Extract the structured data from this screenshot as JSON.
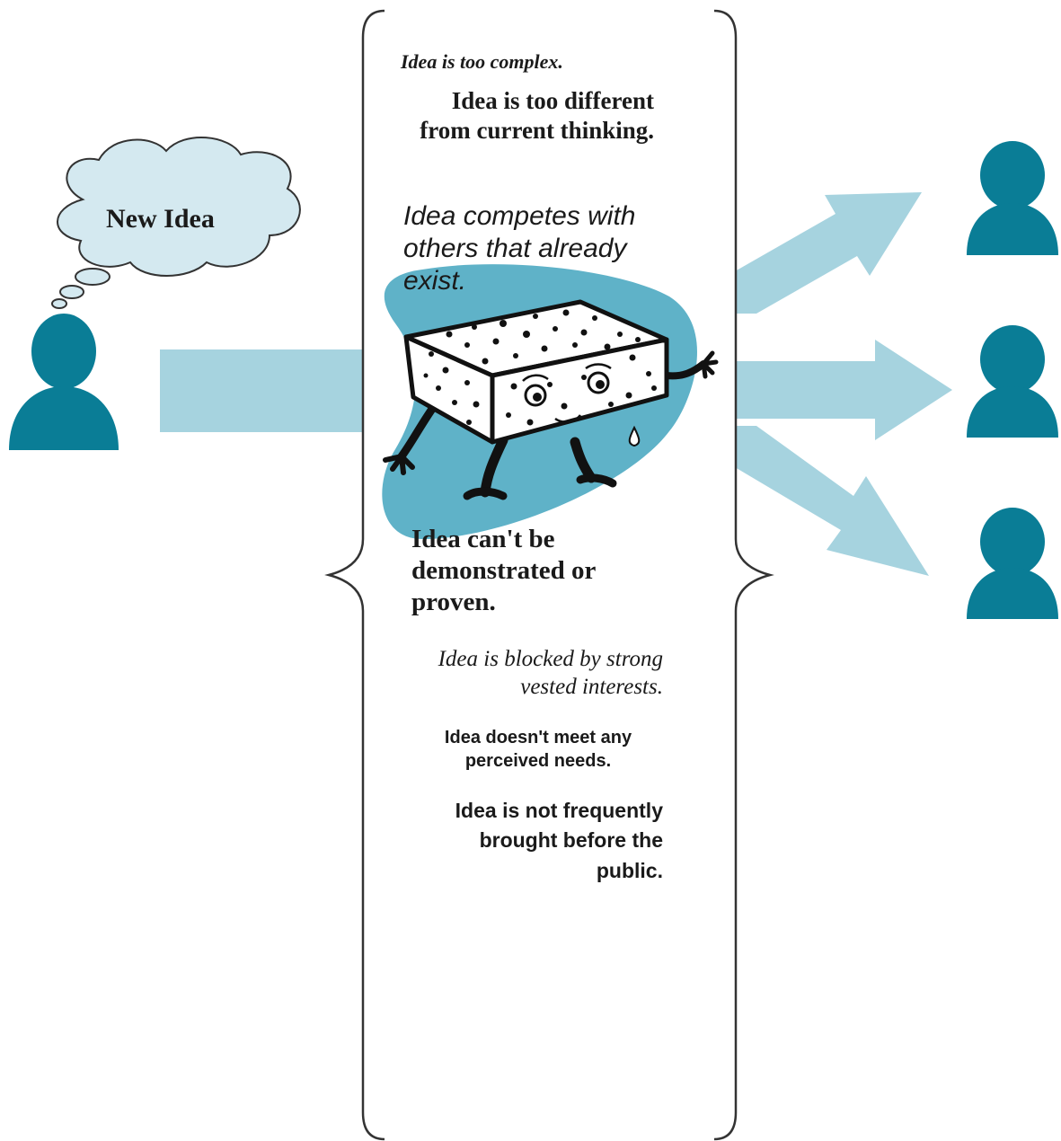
{
  "bubble": {
    "label": "New Idea"
  },
  "barriers": [
    "Idea is too complex.",
    "Idea is too different from current thinking.",
    "Idea competes with others that already exist.",
    "Idea can't be demonstrated or proven.",
    "Idea is blocked by strong vested interests.",
    "Idea doesn't meet any perceived needs.",
    "Idea is not frequently brought before the public."
  ],
  "colors": {
    "person": "#0a7d96",
    "arrow": "#a6d3df",
    "blob": "#5fb2c8",
    "brace": "#333333"
  }
}
